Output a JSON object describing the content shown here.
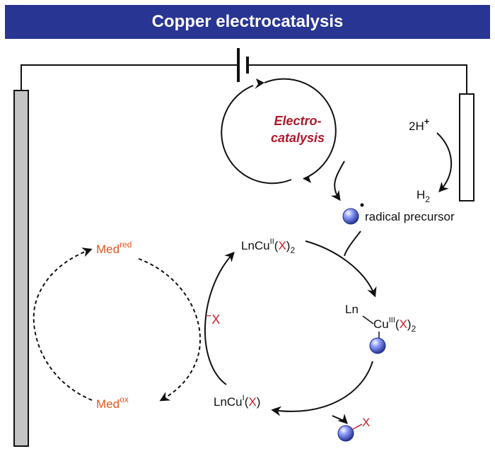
{
  "title": "Copper electrocatalysis",
  "colors": {
    "banner": "#283593",
    "banner_text": "#ffffff",
    "electrocatalysis": "#b0182a",
    "mediator": "#e8541e",
    "x_red": "#d0202a",
    "electrode_fill": "#c4c4c4",
    "line": "#111111",
    "sphere": "#3a4fb8"
  },
  "cycle": {
    "electrocatalysis_line1": "Electro-",
    "electrocatalysis_line2": "catalysis"
  },
  "cathode": {
    "reactant": "2H",
    "reactant_sup": "+",
    "product": "H",
    "product_sub": "2"
  },
  "radical": {
    "label": "radical precursor",
    "icon": "sphere-radical-icon"
  },
  "copper": {
    "cu2_prefix": "LnCu",
    "cu2_ox": "II",
    "cu2_paren_open": "(",
    "cu2_x": "X",
    "cu2_paren_close": ")",
    "cu2_sub": "2",
    "cu3_ln": "Ln",
    "cu3_cu": "Cu",
    "cu3_ox": "III",
    "cu3_paren_open": "(",
    "cu3_x": "X",
    "cu3_paren_close": ")",
    "cu3_sub": "2",
    "cu1_prefix": "LnCu",
    "cu1_ox": "I",
    "cu1_paren_open": "(",
    "cu1_x": "X",
    "cu1_paren_close": ")"
  },
  "anion": {
    "minus": "−",
    "x": "X"
  },
  "product": {
    "x": "X"
  },
  "mediator": {
    "red_base": "Med",
    "red_sup": "red",
    "ox_base": "Med",
    "ox_sup": "ox"
  }
}
